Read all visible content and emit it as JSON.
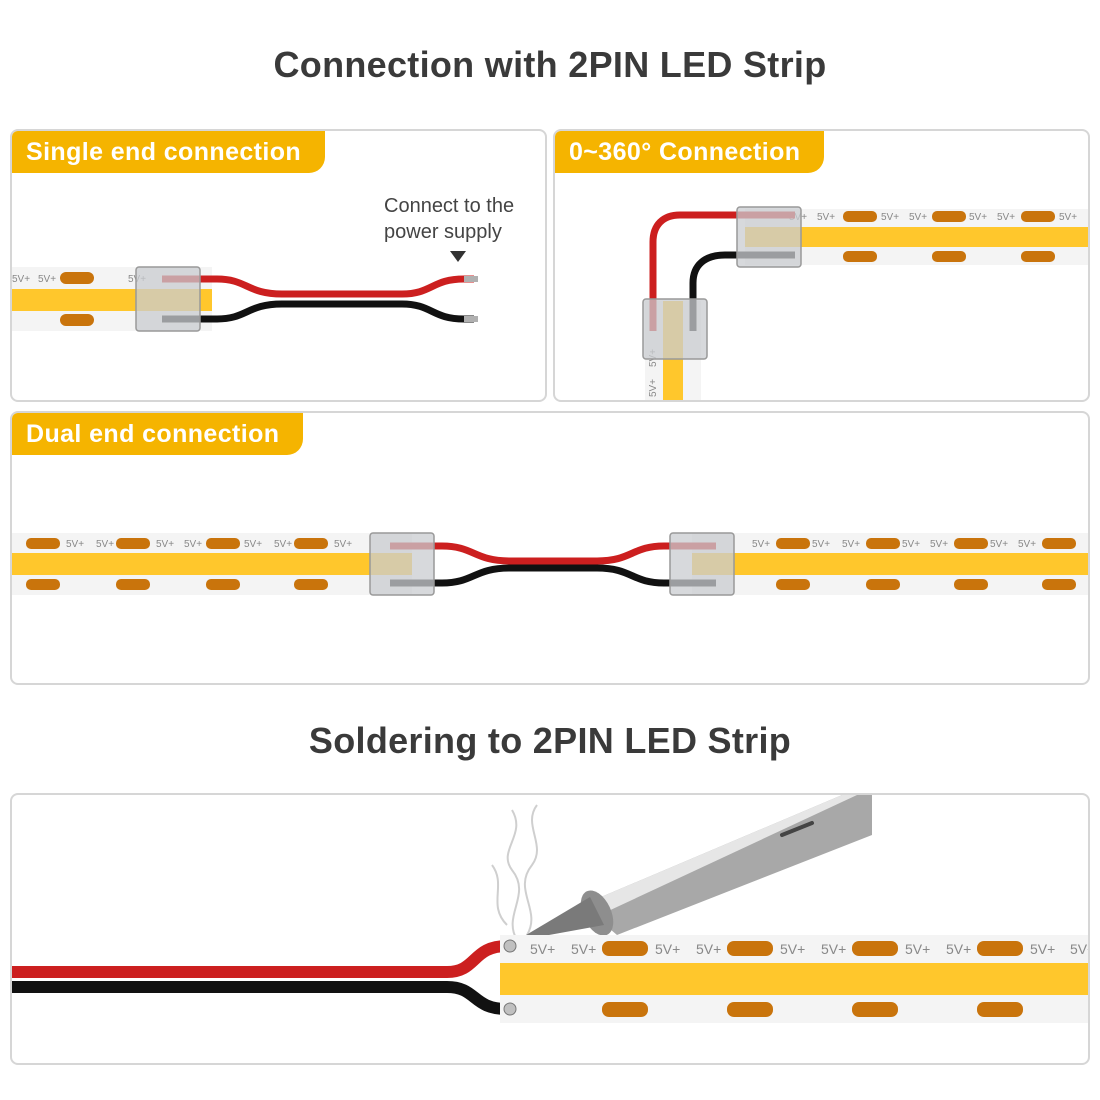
{
  "title_top": "Connection with 2PIN LED Strip",
  "title_bottom": "Soldering to 2PIN LED Strip",
  "panels": {
    "single": {
      "label": "Single end connection",
      "callout_line1": "Connect to the",
      "callout_line2": "power supply"
    },
    "angle": {
      "label": "0~360° Connection"
    },
    "dual": {
      "label": "Dual end connection"
    },
    "solder": {
      "label": ""
    }
  },
  "strip_marking": "5V+",
  "colors": {
    "accent": "#f5b400",
    "strip_body": "#f4f4f4",
    "led_glow": "#ffc72c",
    "pad": "#c9740c",
    "wire_red": "#cc1f1f",
    "wire_black": "#111111",
    "connector": "#b9bcc0",
    "border": "#d6d6d6"
  },
  "icons": [
    "down-triangle-icon",
    "soldering-iron-icon",
    "smoke-icon"
  ]
}
